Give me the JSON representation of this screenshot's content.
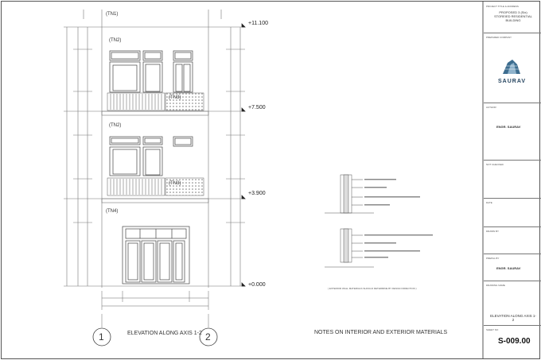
{
  "levels": {
    "top": "+11.100",
    "third": "+7.500",
    "second": "+3.900",
    "ground": "+0.000"
  },
  "tags": {
    "tn1": "(TN1)",
    "tn2_upper": "(TN2)",
    "tn3_upper": "(TN3)",
    "tn2_lower": "(TN2)",
    "tn3_lower": "(TN3)",
    "tn4": "(TN4)"
  },
  "grid": {
    "axis_left": "1",
    "axis_right": "2",
    "elevation_title": "ELEVATION ALONG AXIS 1-2"
  },
  "notes": {
    "title": "NOTES ON INTERIOR AND EXTERIOR MATERIALS",
    "footnote": "( EXTERIOR WALL MATERIALS SHOULD DETERMINE BY DESIGN DIRECTION )"
  },
  "title_block": {
    "project_label": "PROJECT TITLE & ADDRESS",
    "project_title": "PROPOSED 3 (Six) STOREIED RESIDENTIAL BUILDING",
    "company_label": "PREPARED COMPANY",
    "company": "SAURAV",
    "author_label": "AUTHOR",
    "author": "ENGR. SAURAV",
    "checked_label": "NOT CHECKED",
    "date_label": "DATE",
    "scale_label": "DRAWN BY",
    "approved_label": "PREPAL BY",
    "approved": "ENGR. SAURAV",
    "drawing_name_label": "DRAWING NAME",
    "drawing_name": "ELEVATION ALONG AXIS 1-2",
    "sheet_label": "SHEET NO",
    "sheet_no": "S-009.00"
  }
}
